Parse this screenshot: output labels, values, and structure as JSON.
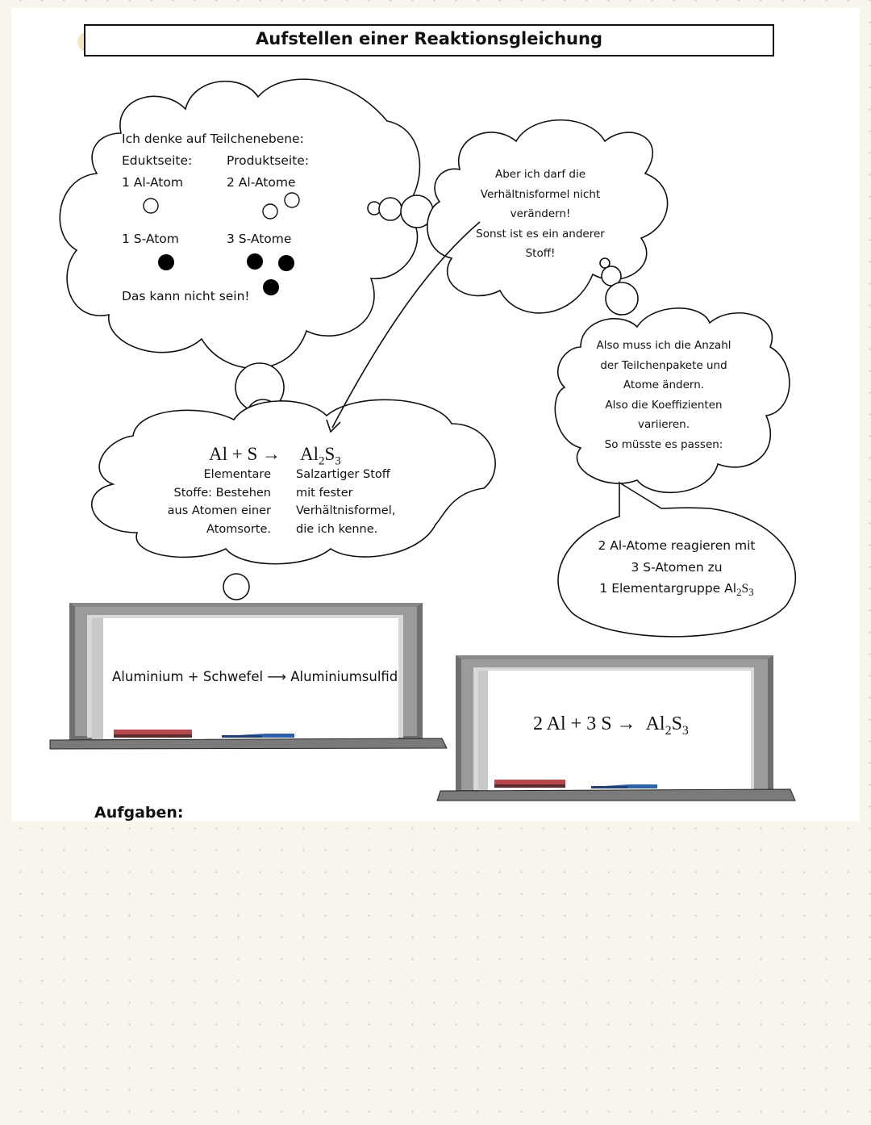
{
  "title": "Aufstellen einer Reaktionsgleichung",
  "bubble1": {
    "heading": "Ich denke auf Teilchenebene:",
    "educt_label": "Eduktseite:",
    "product_label": "Produktseite:",
    "educt_al": "1 Al-Atom",
    "product_al": "2 Al-Atome",
    "educt_s": "1 S-Atom",
    "product_s": "3 S-Atome",
    "conclusion": "Das kann nicht sein!"
  },
  "bubble2": {
    "lines": [
      "Aber ich darf die",
      "Verhältnisformel nicht",
      "verändern!",
      "Sonst ist es ein anderer",
      "Stoff!"
    ]
  },
  "bubble3": {
    "lines": [
      "Also muss ich die Anzahl",
      "der Teilchenpakete und",
      "Atome ändern.",
      "Also die Koeffizienten",
      "variieren.",
      "So müsste es passen:"
    ]
  },
  "bubble4": {
    "line1": "2 Al-Atome reagieren mit",
    "line2": "3 S-Atomen zu",
    "line3_prefix": "1 Elementargruppe Al",
    "line3_sub1": "2",
    "line3_mid": "S",
    "line3_sub2": "3"
  },
  "bubble5": {
    "equation_left": "Al + S →",
    "equation_right_base": "Al",
    "equation_right_sub1": "2",
    "equation_right_mid": "S",
    "equation_right_sub2": "3",
    "left_note": [
      "Elementare",
      "Stoffe: Bestehen",
      "aus Atomen einer",
      "Atomsorte."
    ],
    "right_note": [
      "Salzartiger Stoff",
      "mit fester",
      "Verhältnisformel,",
      "die ich kenne."
    ]
  },
  "board1": {
    "text": "Aluminium + Schwefel ⟶ Aluminiumsulfid"
  },
  "board2": {
    "eq_left": "2 Al + 3 S →",
    "eq_right_base": "Al",
    "eq_right_sub1": "2",
    "eq_right_mid": "S",
    "eq_right_sub2": "3"
  },
  "tasks_heading": "Aufgaben:",
  "colors": {
    "page_bg": "#f8f5ec",
    "title_band": "#f4e3c4",
    "board_frame": "#6f6f6f",
    "chalk_red": "#b5474d",
    "marker_blue": "#2f5fa6"
  }
}
